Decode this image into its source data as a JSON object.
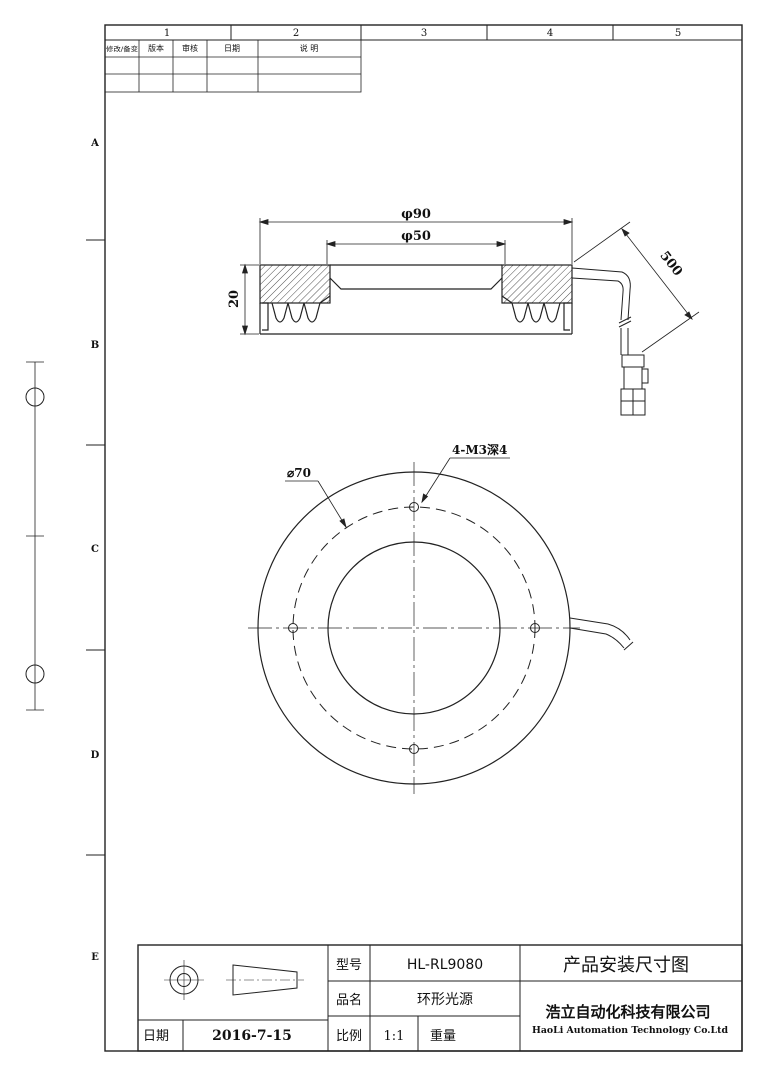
{
  "column_numbers": [
    "1",
    "2",
    "3",
    "4",
    "5"
  ],
  "row_letters": [
    "A",
    "B",
    "C",
    "D",
    "E"
  ],
  "revision_table": {
    "headers": [
      "修改/备变",
      "版本",
      "审核",
      "日期",
      "说 明"
    ]
  },
  "side_view": {
    "outer_diameter": "φ90",
    "inner_diameter": "φ50",
    "height": "20",
    "cable_length": "500"
  },
  "top_view": {
    "hole_label": "4-M3深4",
    "bolt_circle": "⌀70"
  },
  "title_block": {
    "model_label": "型号",
    "model_value": "HL-RL9080",
    "drawing_title": "产品安装尺寸图",
    "name_label": "品名",
    "name_value": "环形光源",
    "company_cn": "浩立自动化科技有限公司",
    "company_en": "HaoLi Automation Technology Co.Ltd",
    "date_label": "日期",
    "date_value": "2016-7-15",
    "scale_label": "比例",
    "scale_value": "1:1",
    "weight_label": "重量"
  }
}
